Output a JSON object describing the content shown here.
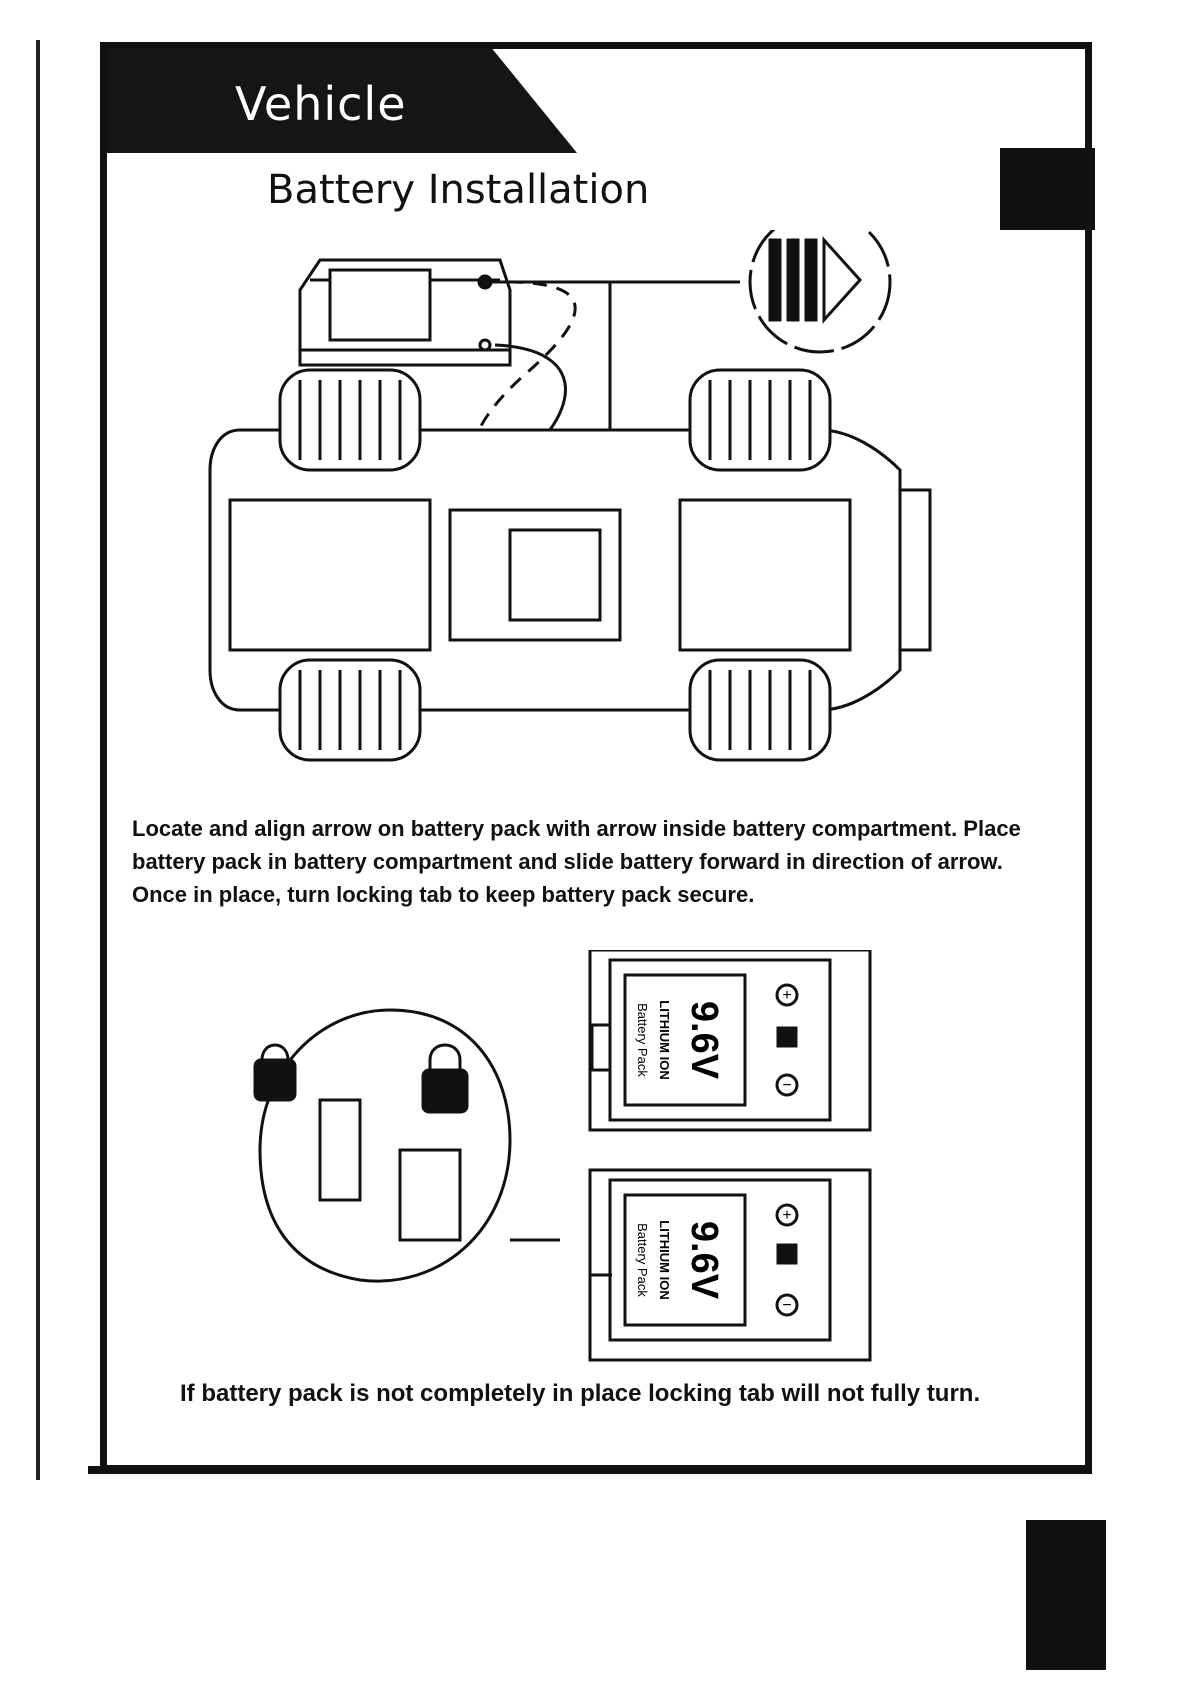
{
  "header": {
    "section_label": "Vehicle",
    "title": "Battery Installation"
  },
  "diagram": {
    "battery_voltage": "9.6V",
    "battery_chemistry": "LITHIUM ION",
    "battery_label": "Battery Pack",
    "plus_symbol": "+",
    "minus_symbol": "−"
  },
  "instructions": {
    "text": "Locate and align arrow on battery pack with arrow inside battery compartment. Place battery pack in battery compartment and slide battery forward in direction of arrow.  Once in place, turn locking tab to keep battery pack secure."
  },
  "caption": {
    "text": "If battery pack is not completely in place locking tab will not fully turn."
  }
}
